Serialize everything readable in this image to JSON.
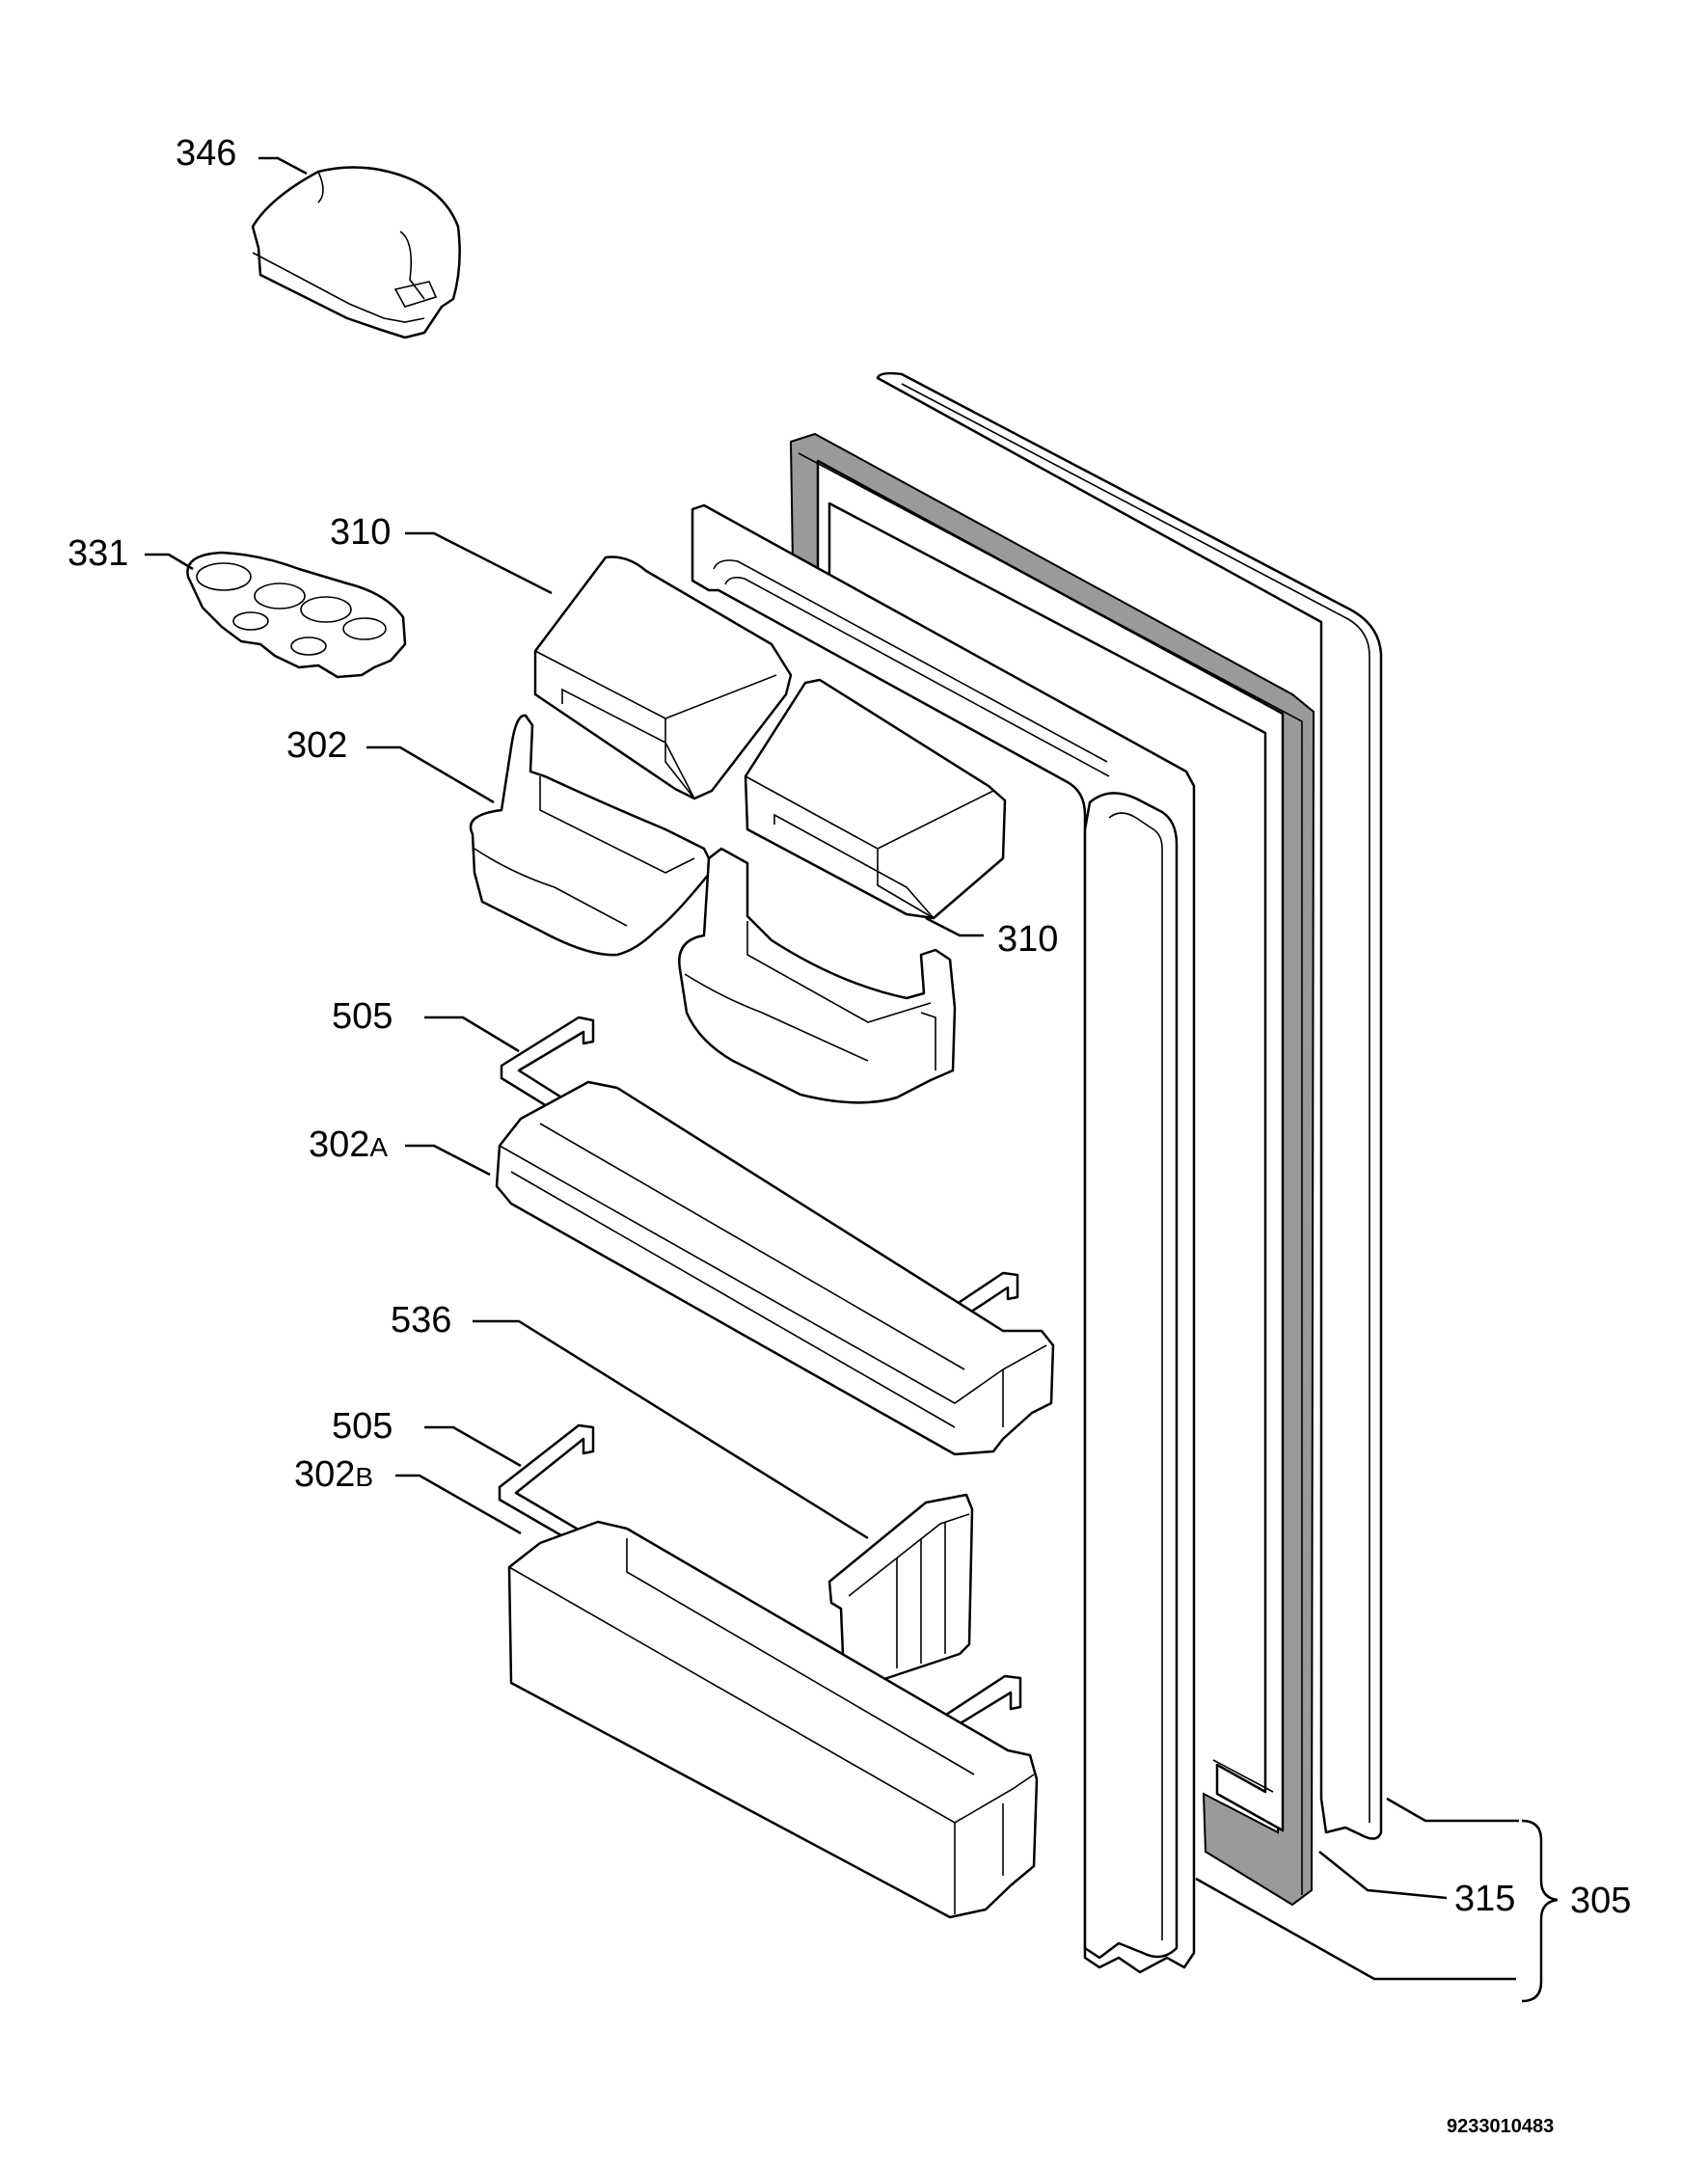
{
  "labels": {
    "l346": "346",
    "l331": "331",
    "l310a": "310",
    "l310b": "310",
    "l302": "302",
    "l505a": "505",
    "l302a_num": "302",
    "l302a_suffix": "A",
    "l536": "536",
    "l505b": "505",
    "l302b_num": "302",
    "l302b_suffix": "B",
    "l315": "315",
    "l305": "305"
  },
  "document_id": "9233010483"
}
